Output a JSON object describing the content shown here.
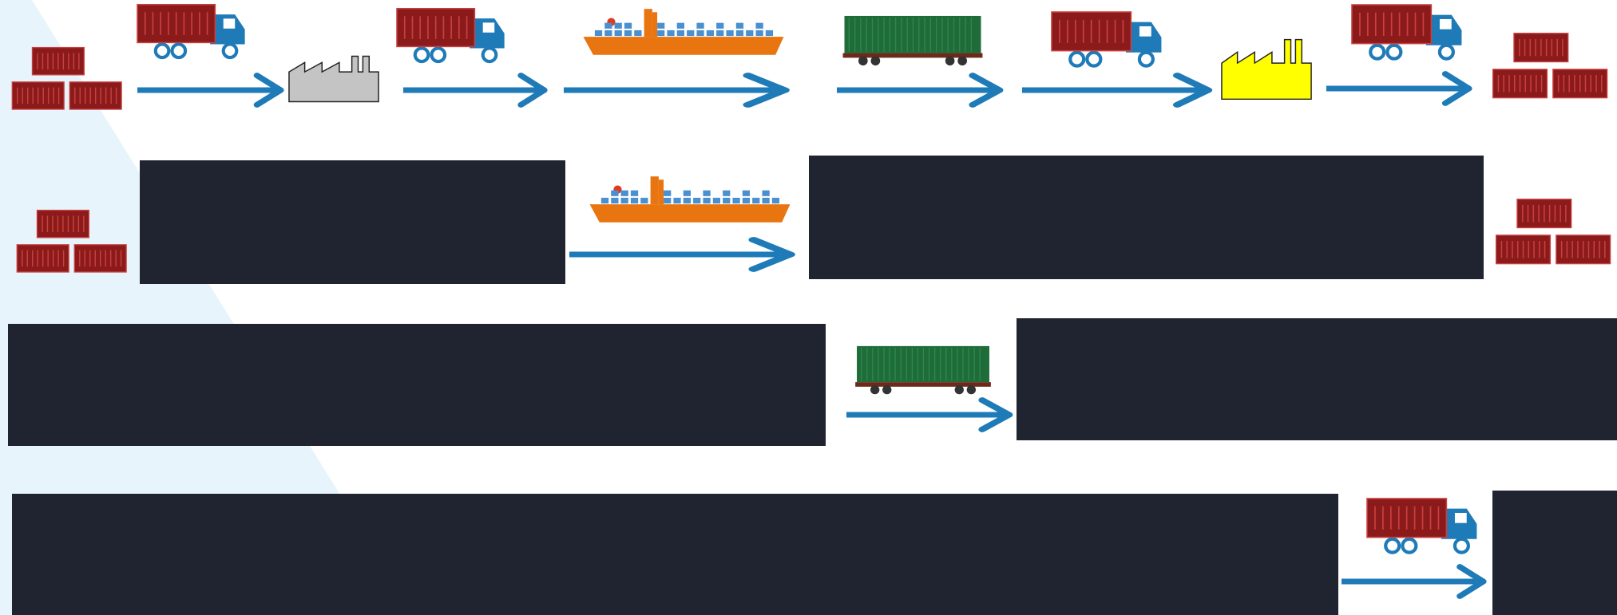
{
  "colors": {
    "background": "#ffffff",
    "background_wedge": "#e8f4fc",
    "arrow": "#1e7bb8",
    "truck": "#1e7bb8",
    "container": "#8b1a1a",
    "container_ribs": "#c94040",
    "ship_hull": "#e8750f",
    "ship_cargo": "#4a8fd0",
    "ship_cabin": "#e23a1e",
    "railcar": "#1f6b3a",
    "railcar_frame": "#6b2a1a",
    "factory_gray": "#c4c4c4",
    "factory_yellow": "#ffff00",
    "redaction": "#1f2430"
  },
  "rows": [
    {
      "row": 1,
      "sequence": [
        "container-stack",
        "truck",
        "arrow",
        "factory-gray",
        "truck",
        "arrow",
        "ship",
        "arrow",
        "railcar",
        "arrow",
        "truck",
        "arrow",
        "factory-yellow",
        "truck",
        "arrow",
        "container-stack"
      ]
    },
    {
      "row": 2,
      "sequence": [
        "container-stack",
        "redacted-block",
        "ship",
        "arrow",
        "redacted-block",
        "container-stack"
      ]
    },
    {
      "row": 3,
      "sequence": [
        "redacted-block",
        "railcar",
        "arrow",
        "redacted-block"
      ]
    },
    {
      "row": 4,
      "sequence": [
        "redacted-block",
        "truck",
        "arrow",
        "redacted-block"
      ]
    }
  ]
}
